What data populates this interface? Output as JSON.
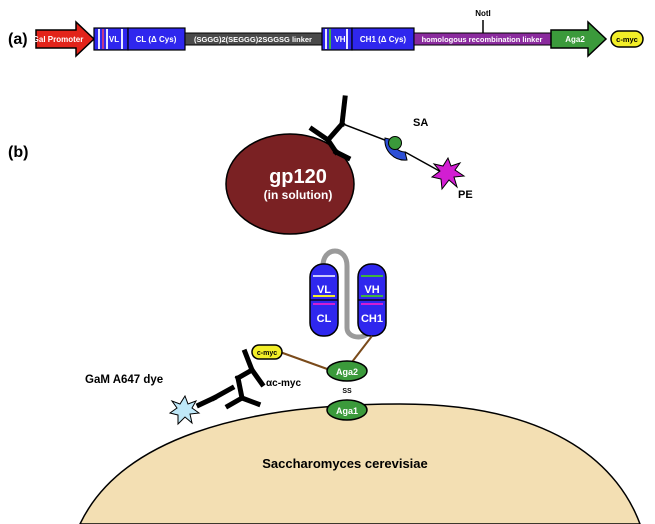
{
  "panel_a": {
    "label": "(a)",
    "segments": {
      "gal_promoter": "Gal Promoter",
      "vl": "VL",
      "cl": "CL (Δ Cys)",
      "linker1": "(SGGG)2(SEGGG)2SGGSG linker",
      "vh": "VH",
      "ch1": "CH1 (Δ Cys)",
      "linker2": "homologous recombination linker",
      "aga2": "Aga2",
      "cmyc": "c-myc"
    },
    "site": "NotI"
  },
  "panel_b": {
    "label": "(b)",
    "gp120": "gp120",
    "gp120_sub": "(in solution)",
    "sa": "SA",
    "pe": "PE",
    "vl": "VL",
    "cl": "CL",
    "vh": "VH",
    "ch1": "CH1",
    "aga2": "Aga2",
    "aga1": "Aga1",
    "ss": "SS",
    "cmyc_tag": "c-myc",
    "anti_cmyc": "αc-myc",
    "gam": "GaM A647 dye",
    "cell": "Saccharomyces cerevisiae"
  },
  "colors": {
    "red": "#e2231a",
    "blue": "#2f27ee",
    "gray": "#4a4a4a",
    "purple": "#8b2b9e",
    "green": "#3b9a3b",
    "yellow": "#f2ee28",
    "maroon": "#7a2123",
    "cell": "#f3dfb3",
    "magenta": "#d21ed2",
    "sa_blue": "#2d4fd6",
    "sky": "#bfe8f8"
  }
}
